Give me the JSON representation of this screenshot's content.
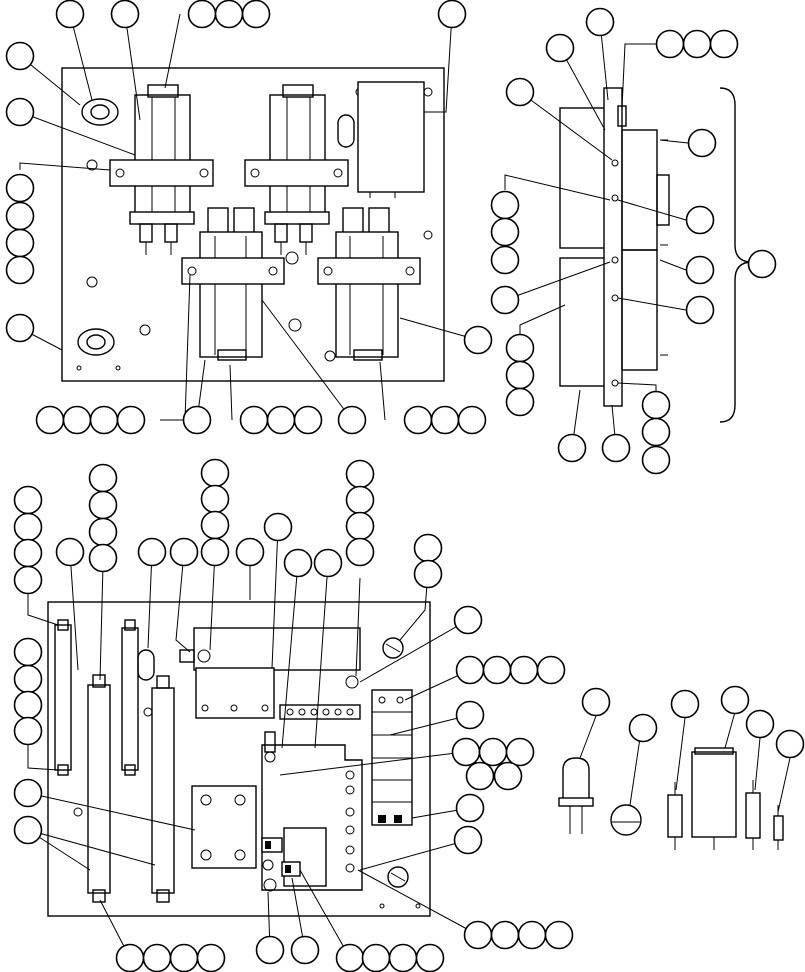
{
  "figure": {
    "background_color": "#ffffff",
    "line_color": "#000000",
    "callout_labels": "",
    "panels": [
      {
        "name": "upper-left-chassis-assembly"
      },
      {
        "name": "upper-right-side-view-assembly"
      },
      {
        "name": "lower-left-chassis-assembly"
      },
      {
        "name": "lower-right-component-parts"
      }
    ]
  }
}
